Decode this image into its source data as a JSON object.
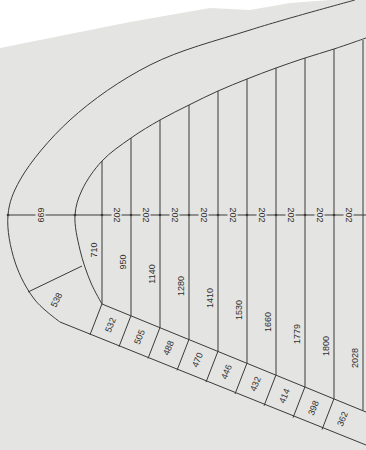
{
  "diagram": {
    "labels": [
      "699",
      "202",
      "202",
      "202",
      "202",
      "202",
      "202",
      "202",
      "202",
      "202",
      "710",
      "950",
      "1140",
      "1280",
      "1410",
      "1530",
      "1660",
      "1779",
      "1800",
      "2028",
      "538",
      "532",
      "505",
      "488",
      "470",
      "446",
      "432",
      "414",
      "398",
      "362"
    ]
  }
}
